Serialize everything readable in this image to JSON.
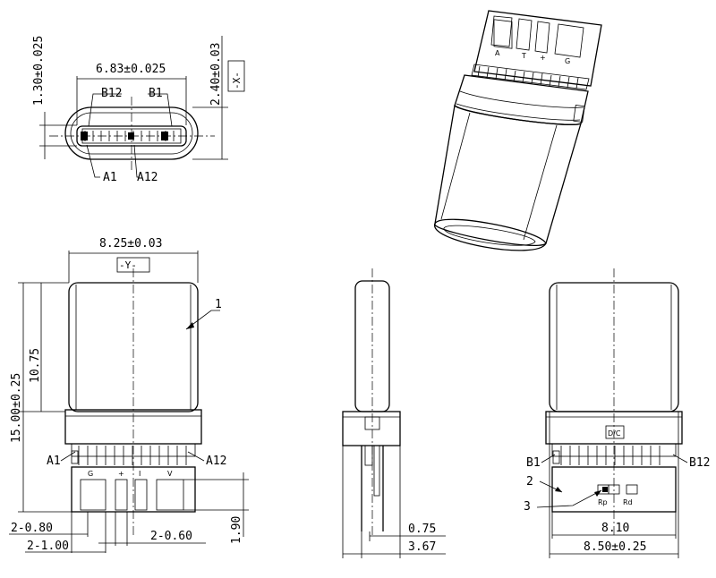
{
  "front_view": {
    "width_dim": "6.83±0.025",
    "height_dim_left": "1.30±0.025",
    "height_dim_right": "2.40±0.03",
    "datum": "-X-",
    "pin_b12": "B12",
    "pin_b1": "B1",
    "pin_a1": "A1",
    "pin_a12": "A12"
  },
  "plug_iso": {
    "pad_a": "A",
    "pad_t": "T",
    "pad_plus": "+",
    "pad_g": "G"
  },
  "top_view": {
    "width_dim": "8.25±0.03",
    "datum": "-Y-",
    "length_total": "15.00±0.25",
    "length_shell": "10.75",
    "callout_1": "1",
    "pin_a1": "A1",
    "pin_a12": "A12",
    "pad_g": "G",
    "pad_plus": "+",
    "pad_i": "I",
    "pad_v": "V",
    "dim_pitch_080": "2-0.80",
    "dim_pitch_100": "2-1.00",
    "dim_pitch_060": "2-0.60",
    "dim_pad_h": "1.90"
  },
  "side_view": {
    "dim_thickness": "0.75",
    "dim_total": "3.67"
  },
  "bottom_view": {
    "tag": "D/C",
    "pin_b1": "B1",
    "pin_b12": "B12",
    "callout_2": "2",
    "callout_3": "3",
    "label_rp": "Rp",
    "label_rd": "Rd",
    "dim_inner": "8.10",
    "dim_outer": "8.50±0.25"
  }
}
